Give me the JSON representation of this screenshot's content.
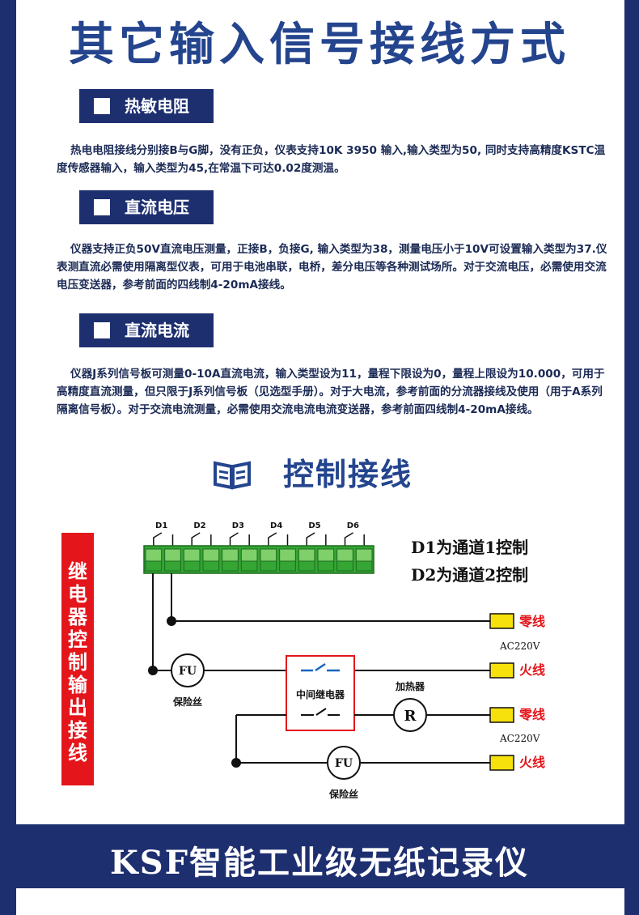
{
  "title": "其它输入信号接线方式",
  "sections": [
    {
      "heading": "热敏电阻",
      "body": "热电电阻接线分别接B与G脚，没有正负，仪表支持10K 3950 输入,输入类型为50, 同时支持高精度KSTC温度传感器输入，输入类型为45,在常温下可达0.02度测温。"
    },
    {
      "heading": "直流电压",
      "body": "仪器支持正负50V直流电压测量，正接B，负接G, 输入类型为38，测量电压小于10V可设置输入类型为37.仪表测直流必需使用隔离型仪表，可用于电池串联，电桥，差分电压等各种测试场所。对于交流电压，必需使用交流电压变送器，参考前面的四线制4-20mA接线。"
    },
    {
      "heading": "直流电流",
      "body": "仪器J系列信号板可测量0-10A直流电流，输入类型设为11，量程下限设为0，量程上限设为10.000，可用于高精度直流测量，但只限于J系列信号板（见选型手册）。对于大电流，参考前面的分流器接线及使用（用于A系列隔离信号板）。对于交流电流测量，必需使用交流电流电流变送器，参考前面四线制4-20mA接线。"
    }
  ],
  "control": {
    "title": "控制接线",
    "banner_chars": [
      "继",
      "电",
      "器",
      "控",
      "制",
      "输",
      "出",
      "接",
      "线"
    ],
    "notes": [
      "D1为通道1控制",
      "D2为通道2控制"
    ],
    "diagram": {
      "relay_labels": [
        "D1",
        "D2",
        "D3",
        "D4",
        "D5",
        "D6"
      ],
      "terminal_count": 12,
      "fuse_label": "FU",
      "fuse_caption": "保险丝",
      "relay_box_label": "中间继电器",
      "heater_label": "加热器",
      "resistor_label": "R",
      "neutral_label": "零线",
      "live_label": "火线",
      "ac_label": "AC220V"
    }
  },
  "footer": "KSF智能工业级无纸记录仪",
  "colors": {
    "navy": "#1e2f70",
    "title_blue": "#24458e",
    "red": "#e4161c",
    "terminal_green": "#35a534",
    "yellow": "#f6e10c"
  }
}
